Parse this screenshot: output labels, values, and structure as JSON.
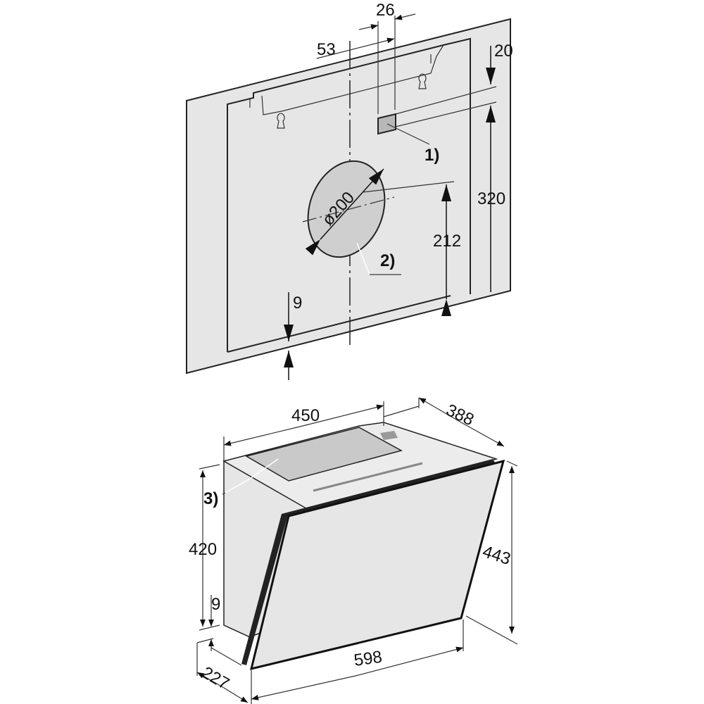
{
  "title": "Wall mounting and dimension drawing of cooker hood",
  "colors": {
    "panel": "#e6e6e6",
    "opening": "#cfcfcf",
    "line": "#222222"
  },
  "wall_plate": {
    "dim_26": "26",
    "dim_53": "53",
    "dim_20": "20",
    "dim_320": "320",
    "dim_212": "212",
    "dim_diameter": "ø200",
    "dim_9": "9",
    "callout_1": "1)",
    "callout_2": "2)"
  },
  "hood": {
    "dim_450": "450",
    "dim_388": "388",
    "dim_420": "420",
    "dim_443": "443",
    "dim_9": "9",
    "dim_598": "598",
    "dim_227": "227",
    "callout_3": "3)"
  }
}
